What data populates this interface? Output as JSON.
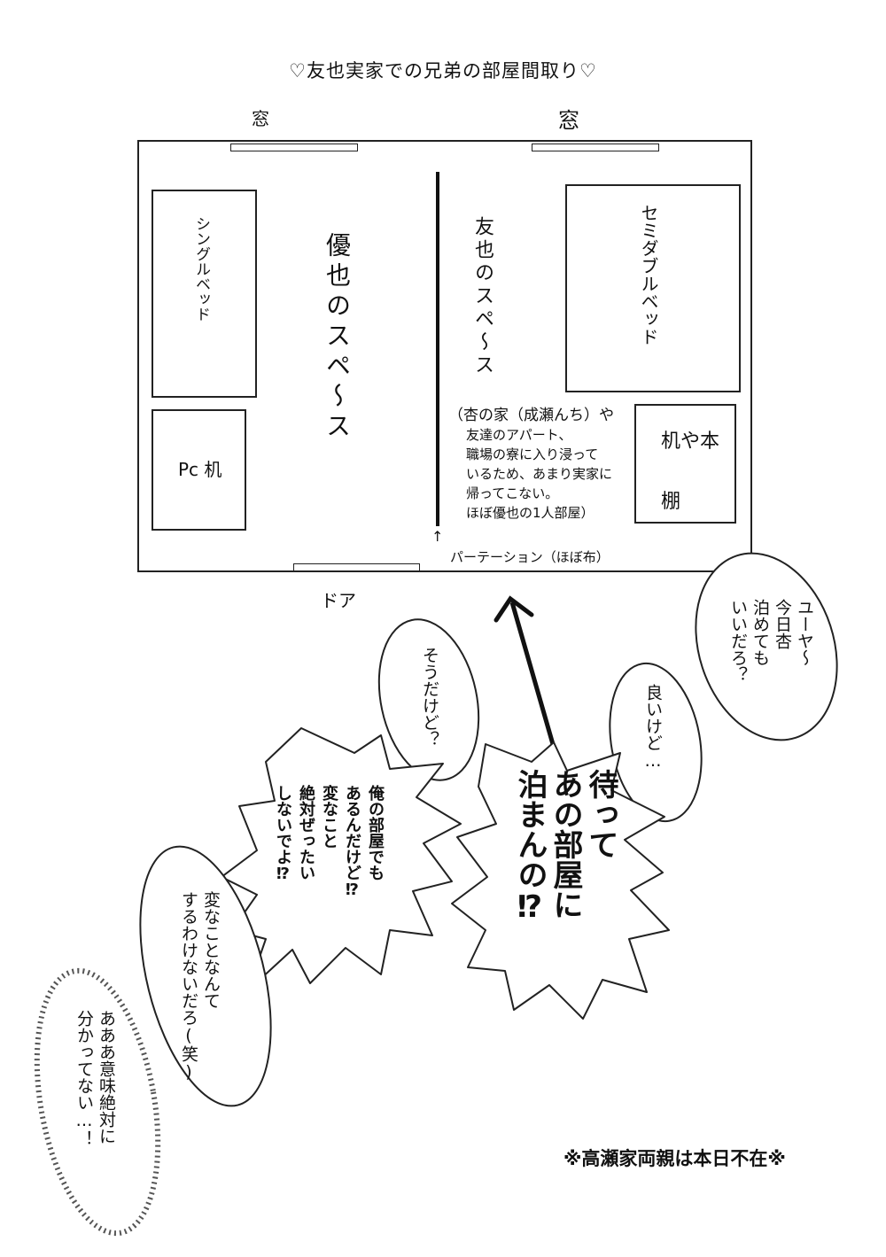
{
  "title": "♡友也実家での兄弟の部屋間取り♡",
  "floorplan": {
    "window_left": "窓",
    "window_right": "窓",
    "door": "ドア",
    "single_bed": "シングルベッド",
    "pc_desk": "Pc 机",
    "yuya_space": "優也のスペ〜ス",
    "tomoya_space": "友也のスペ〜ス",
    "semi_double_bed": "セミダブルベッド",
    "desk_shelf_line1": "机や本",
    "desk_shelf_line2": "棚",
    "partition_label": "パーテーション（ほぼ布）",
    "note_lines": [
      "（杏の家（成瀬んち）や",
      "友達のアパート、",
      "職場の寮に入り浸って",
      "いるため、あまり実家に",
      "帰ってこない。",
      "ほぼ優也の1人部屋）"
    ]
  },
  "bubbles": {
    "yuya_ask": "ユーヤ〜\n今日杏\n泊めても\nいいだろ？",
    "ok": "良いけど…",
    "wait": "待って\nあの部屋に\n泊まんの⁉",
    "sou": "そうだけど？",
    "my_room": "俺の部屋でも\nあるんだけど⁉\n変なこと\n絶対ぜったい\nしないでよ⁉",
    "henna": "変なことなんて\nするわけないだろ(笑)",
    "aaa": "あああ意味絶対に\n分かってない…！"
  },
  "footnote": "※高瀬家両親は本日不在※"
}
